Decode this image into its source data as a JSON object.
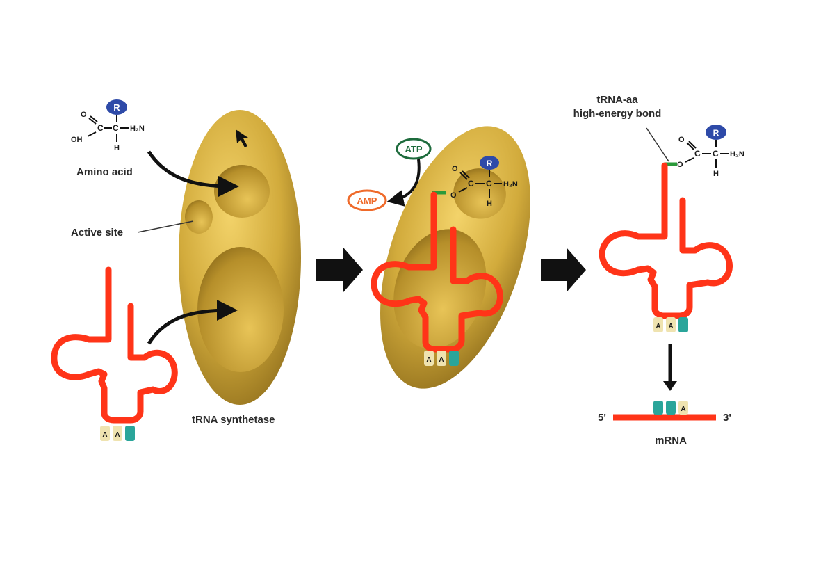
{
  "labels": {
    "amino_acid": "Amino acid",
    "active_site": "Active site",
    "trna_synthetase": "tRNA synthetase",
    "bond_line1": "tRNA-aa",
    "bond_line2": "high-energy bond",
    "mrna": "mRNA",
    "five_prime": "5'",
    "three_prime": "3'",
    "atp": "ATP",
    "amp": "AMP"
  },
  "chem": {
    "r": "R",
    "o": "O",
    "c": "C",
    "h": "H",
    "oh": "OH",
    "h2n": "H₂N"
  },
  "bases": {
    "a": "A"
  },
  "colors": {
    "trna": "#ff3418",
    "enzyme": "#caa53a",
    "enzyme_dark": "#8a6a17",
    "atp": "#1d6b3c",
    "amp": "#ef6a2a",
    "r_group": "#2e4aa8",
    "bond": "#2a9a3a",
    "anticodon_teal": "#2aa59a",
    "anticodon_cream": "#efe3b0"
  }
}
